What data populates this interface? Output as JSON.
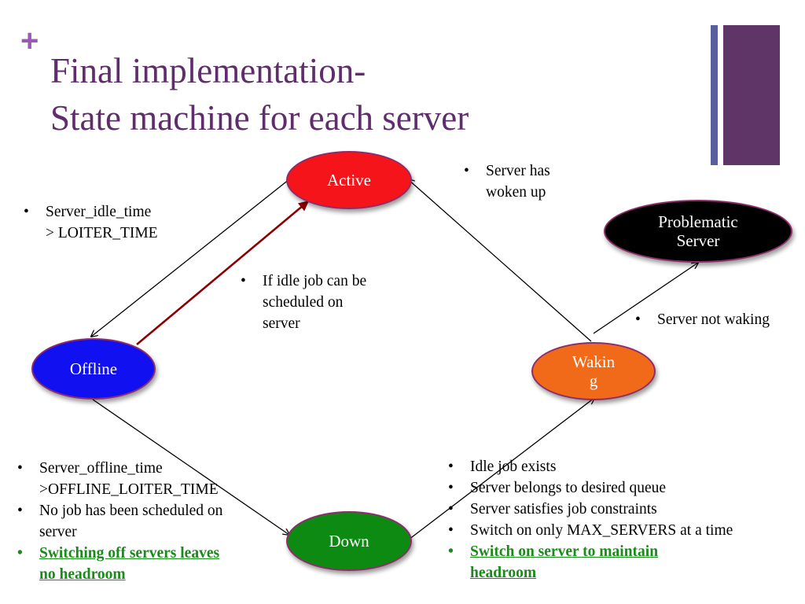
{
  "header": {
    "plus_symbol": "+",
    "title_line1": "Final implementation-",
    "title_line2": "State machine for each server"
  },
  "nodes": {
    "active": "Active",
    "offline": "Offline",
    "waking_line1": "Wakin",
    "waking_line2": "g",
    "down": "Down",
    "problematic_line1": "Problematic",
    "problematic_line2": "Server"
  },
  "notes": {
    "active_to_offline": [
      "Server_idle_time",
      "> LOITER_TIME"
    ],
    "offline_to_active": [
      "If idle job can be",
      "scheduled on",
      "server"
    ],
    "waking_to_active": [
      "Server has",
      "woken up"
    ],
    "waking_to_problematic": "Server not waking",
    "offline_to_down": [
      {
        "line1": "Server_offline_time",
        "line2": ">OFFLINE_LOITER_TIME"
      },
      {
        "line1": "No job has been scheduled on",
        "line2": "server"
      },
      {
        "line1": "Switching off servers leaves",
        "line2": "no headroom"
      }
    ],
    "down_to_waking": [
      "Idle job exists",
      "Server belongs to desired queue",
      "Server satisfies job constraints",
      "Switch on only MAX_SERVERS at a time",
      {
        "line1": "Switch on server to maintain",
        "line2": "headroom"
      }
    ]
  },
  "colors": {
    "title": "#5f2d6b",
    "active": "#f4141a",
    "offline": "#1010f0",
    "waking": "#f06a1a",
    "down": "#0d8a12",
    "problematic": "#000000",
    "highlight_text": "#1a8a1a",
    "offline_to_active_arrow": "#8b0000"
  }
}
